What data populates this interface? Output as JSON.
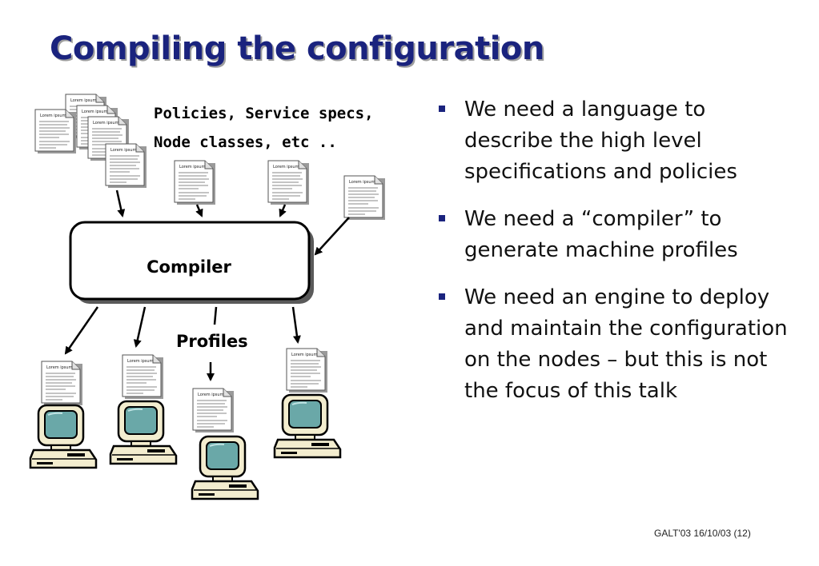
{
  "slide": {
    "title": "Compiling the configuration",
    "footer": "GALT'03 16/10/03 (12)"
  },
  "diagram": {
    "input_label_lines": [
      "Policies, Service specs,",
      "Node classes, etc .."
    ],
    "compiler_label": "Compiler",
    "profiles_label": "Profiles",
    "document_header_text": "Lorem ipsum"
  },
  "bullets": [
    "We need a language to describe the high level specifications and policies",
    "We need a “compiler” to generate machine profiles",
    "We need an engine to deploy and maintain the configuration on the nodes – but this is not the focus of this talk"
  ],
  "colors": {
    "title": "#1a237e",
    "bullet_marker": "#1a237e",
    "monitor_screen": "#6aa8a8",
    "computer_body": "#f3edcf"
  },
  "icons": [
    "document-icon",
    "computer-icon",
    "arrow"
  ]
}
